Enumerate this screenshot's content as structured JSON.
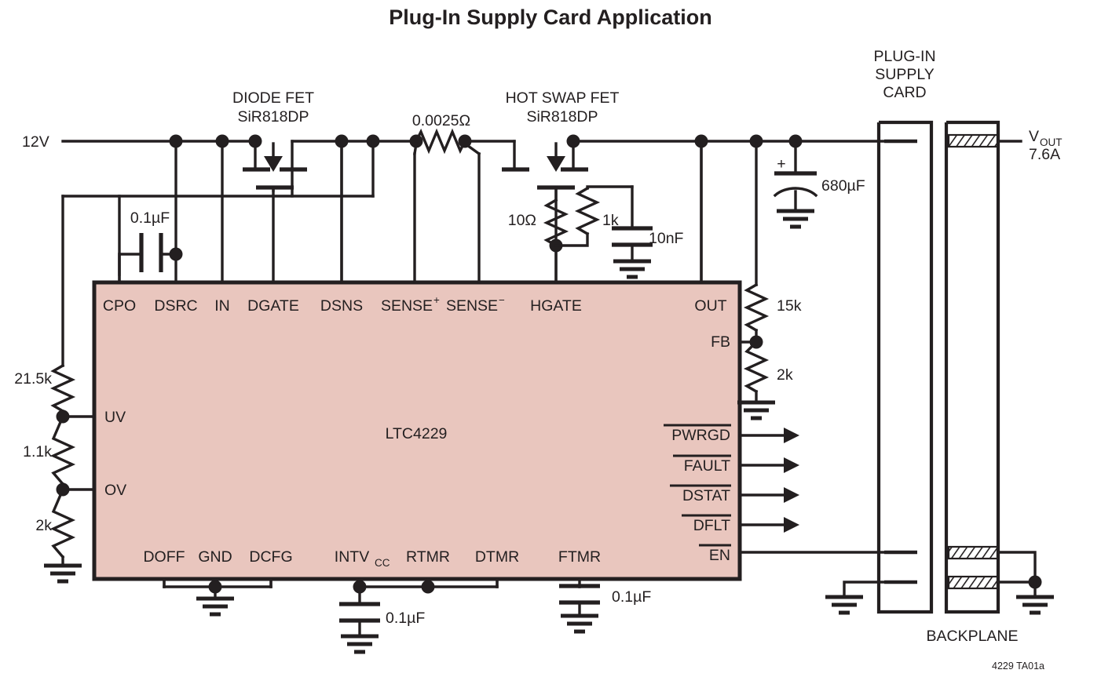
{
  "title": "Plug-In Supply Card Application",
  "credit": "4229 TA01a",
  "chip": {
    "name": "LTC4229",
    "fill": "#e9c6be"
  },
  "supply": {
    "input_label": "12V",
    "output_label_main": "V",
    "output_label_sub": "OUT",
    "output_current": "7.6A"
  },
  "blocks": {
    "diode_fet": {
      "line1": "DIODE FET",
      "line2": "SiR818DP"
    },
    "hot_swap_fet": {
      "line1": "HOT SWAP FET",
      "line2": "SiR818DP"
    },
    "plugin_card": {
      "line1": "PLUG-IN",
      "line2": "SUPPLY",
      "line3": "CARD"
    },
    "backplane": {
      "label": "BACKPLANE"
    }
  },
  "components": {
    "cpo_cap": "0.1µF",
    "sense_resistor": "0.0025Ω",
    "gate_resistor": "10Ω",
    "gate_pulldown": "1k",
    "gate_cap": "10nF",
    "bulk_cap": "680µF",
    "bulk_cap_polarity": "+",
    "fb_upper": "15k",
    "fb_lower": "2k",
    "uv_upper": "21.5k",
    "uv_middle": "1.1k",
    "uv_lower": "2k",
    "intvcc_cap": "0.1µF",
    "ftmr_cap": "0.1µF"
  },
  "pins": {
    "top": [
      {
        "name": "CPO"
      },
      {
        "name": "DSRC"
      },
      {
        "name": "IN"
      },
      {
        "name": "DGATE"
      },
      {
        "name": "DSNS"
      },
      {
        "name": "SENSE",
        "sup": "+"
      },
      {
        "name": "SENSE",
        "sup": "−"
      },
      {
        "name": "HGATE"
      },
      {
        "name": "OUT"
      }
    ],
    "bottom": [
      {
        "name": "DOFF"
      },
      {
        "name": "GND"
      },
      {
        "name": "DCFG"
      },
      {
        "name": "INTV",
        "sub": "CC"
      },
      {
        "name": "RTMR"
      },
      {
        "name": "DTMR"
      },
      {
        "name": "FTMR"
      }
    ],
    "left": [
      {
        "name": "UV"
      },
      {
        "name": "OV"
      }
    ],
    "right": [
      {
        "name": "FB",
        "overline": false
      },
      {
        "name": "PWRGD",
        "overline": true
      },
      {
        "name": "FAULT",
        "overline": true
      },
      {
        "name": "DSTAT",
        "overline": true
      },
      {
        "name": "DFLT",
        "overline": true
      },
      {
        "name": "EN",
        "overline": true
      }
    ]
  }
}
